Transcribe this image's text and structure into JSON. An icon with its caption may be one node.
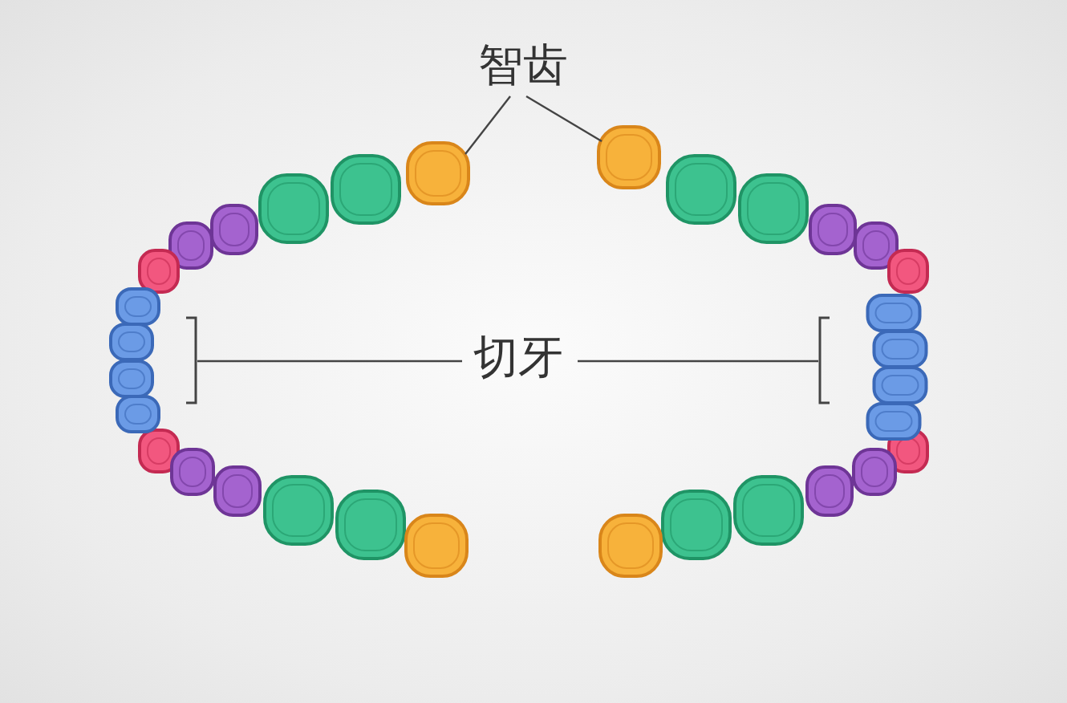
{
  "diagram": {
    "nodes": [
      {
        "text": [
          "智齿"
        ]
      },
      {
        "text": [],
        "shape": "picture"
      },
      {
        "text": [],
        "shape": "picture"
      },
      {
        "text": [
          "切牙"
        ]
      },
      {
        "text": [],
        "shape": "picture"
      },
      {
        "text": [],
        "shape": "picture"
      }
    ],
    "edges": [
      {
        "from": 0,
        "to": 1,
        "arrow": "none"
      },
      {
        "from": 0,
        "to": 2,
        "arrow": "none"
      },
      {
        "from": 3,
        "to": 4,
        "arrow": "none"
      },
      {
        "from": 3,
        "to": 5,
        "arrow": "none"
      }
    ]
  }
}
